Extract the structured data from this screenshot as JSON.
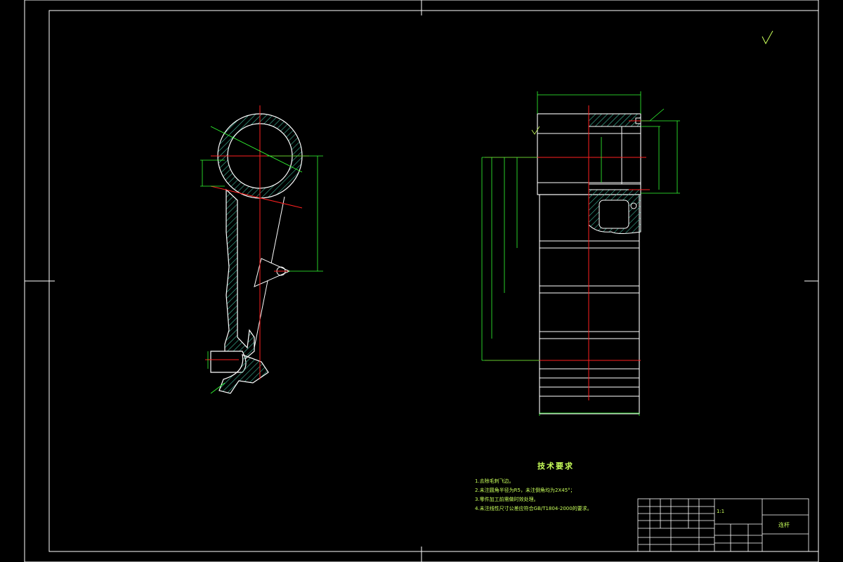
{
  "notes": {
    "title": "技术要求",
    "items": [
      "1.去除毛刺飞边。",
      "2.未注圆角半径为R5，未注倒角均为2X45°；",
      "3.零件加工前需做时效处理。",
      "4.未注线性尺寸公差应符合GB/T1804-2000的要求。"
    ]
  },
  "title_block": {
    "scale": "1:1",
    "part_name": "连杆"
  },
  "colors": {
    "background": "#000000",
    "frame": "#ffffff",
    "centerline": "#ff2020",
    "dimension": "#33ff33",
    "text": "#c8ff5a",
    "hatch": "#40c0a0"
  }
}
